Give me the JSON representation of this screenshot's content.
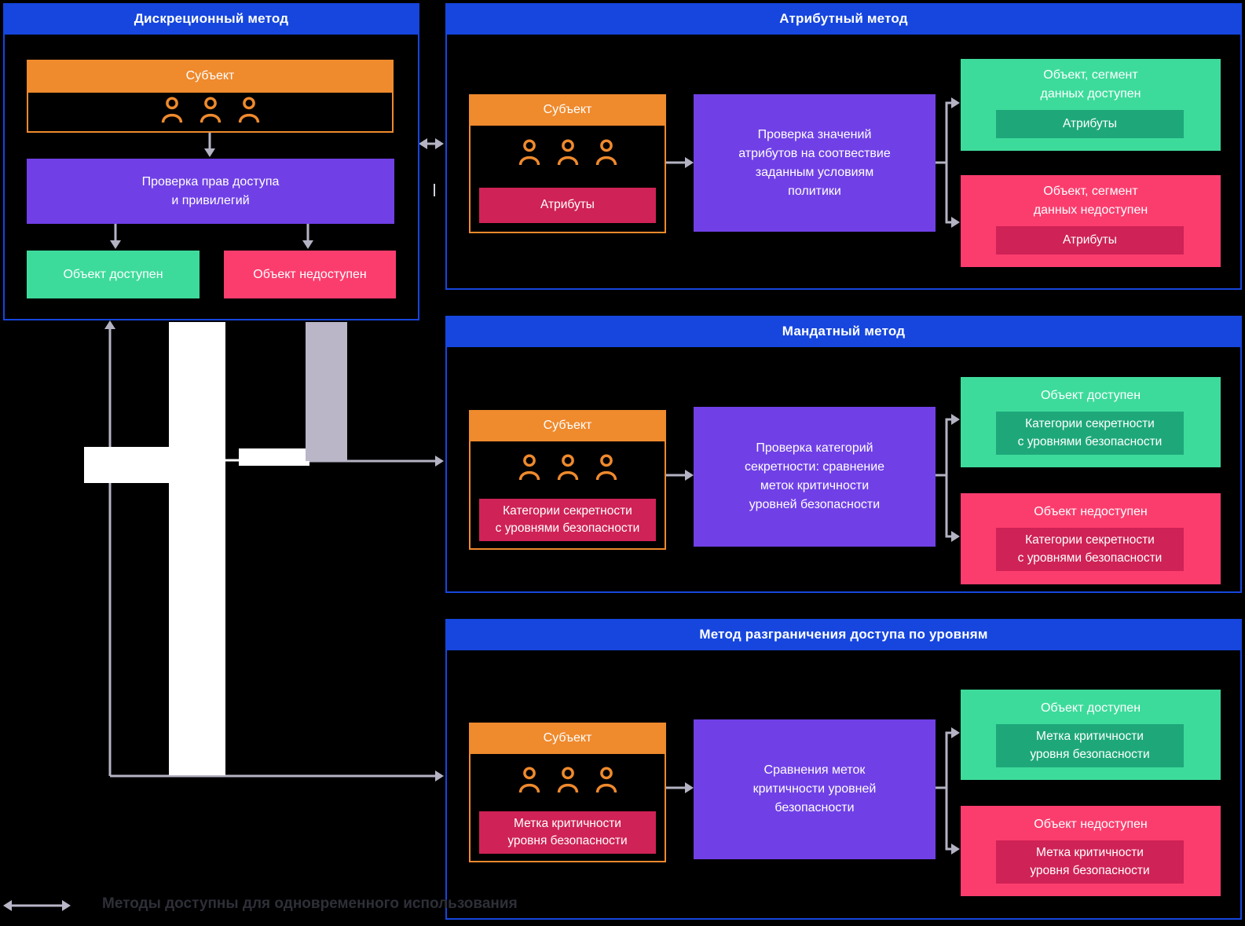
{
  "palette": {
    "blue": "#1646de",
    "orange": "#ef8a2d",
    "purple": "#7040e6",
    "green": "#3ddb9b",
    "green_dark": "#1ea87a",
    "pink": "#fb3d6e",
    "crimson": "#cf2256",
    "arrow_gray": "#b4b3c4",
    "lavender_bar": "#bab6c8",
    "white_bar": "#ffffff",
    "legend_text": "#2e2f38"
  },
  "legend": {
    "label": "Методы доступны для одновременного использования"
  },
  "blocks": {
    "discretionary": {
      "title": "Дискреционный метод",
      "subject": {
        "label": "Субъект"
      },
      "check": {
        "label": "Проверка прав доступа\nи привилегий"
      },
      "allowed": {
        "label": "Объект доступен"
      },
      "denied": {
        "label": "Объект недоступен"
      }
    },
    "attribute": {
      "title": "Атрибутный метод",
      "subject": {
        "label": "Субъект",
        "tag": "Атрибуты"
      },
      "check": {
        "label": "Проверка значений\nатрибутов на соотвествие\nзаданным условиям\nполитики"
      },
      "allowed": {
        "label": "Объект, сегмент\nданных доступен",
        "tag": "Атрибуты"
      },
      "denied": {
        "label": "Объект, сегмент\nданных недоступен",
        "tag": "Атрибуты"
      }
    },
    "mandatory": {
      "title": "Мандатный метод",
      "subject": {
        "label": "Субъект",
        "tag": "Категории секретности\nс уровнями безопасности"
      },
      "check": {
        "label": "Проверка категорий\nсекретности: сравнение\nметок критичности\nуровней безопасности"
      },
      "allowed": {
        "label": "Объект доступен",
        "tag": "Категории секретности\nс уровнями безопасности"
      },
      "denied": {
        "label": "Объект недоступен",
        "tag": "Категории секретности\nс уровнями безопасности"
      }
    },
    "levels": {
      "title": "Метод разграничения доступа по уровням",
      "subject": {
        "label": "Субъект",
        "tag": "Метка критичности\nуровня безопасности"
      },
      "check": {
        "label": "Сравнения меток\nкритичности уровней\nбезопасности"
      },
      "allowed": {
        "label": "Объект доступен",
        "tag": "Метка критичности\nуровня безопасности"
      },
      "denied": {
        "label": "Объект недоступен",
        "tag": "Метка критичности\nуровня безопасности"
      }
    }
  }
}
